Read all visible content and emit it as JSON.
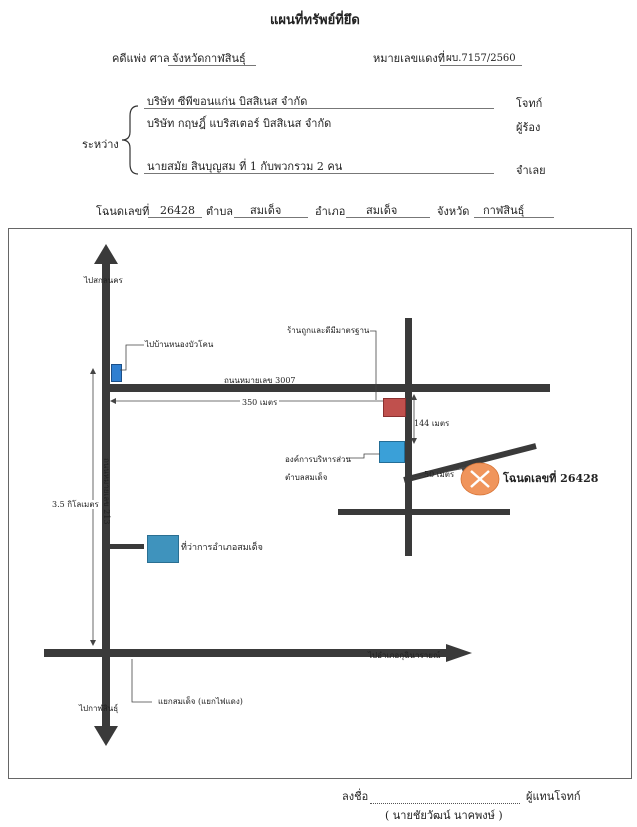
{
  "header": {
    "title": "แผนที่ทรัพย์ที่ยึด",
    "case_label": "คดีแพ่ง ศาล",
    "court": "จังหวัดกาฬสินธุ์",
    "case_no_label": "หมายเลขแดงที่",
    "case_no": "ผบ.7157/2560"
  },
  "parties": {
    "between_label": "ระหว่าง",
    "plaintiff1": "บริษัท ซีพีขอนแก่น บิสสิเนส จำกัด",
    "plaintiff_role": "โจทก์",
    "petitioner": "บริษัท กฤษฎิ์ แบริสเตอร์ บิสสิเนส จำกัด",
    "petitioner_role": "ผู้ร้อง",
    "defendant": "นายสมัย สินบุญสม ที่ 1 กับพวกรวม 2 คน",
    "defendant_role": "จำเลย"
  },
  "deed": {
    "deed_label": "โฉนดเลขที่",
    "deed_no": "26428",
    "subdistrict_label": "ตำบล",
    "subdistrict": "สมเด็จ",
    "district_label": "อำเภอ",
    "district": "สมเด็จ",
    "province_label": "จังหวัด",
    "province": "กาฬสินธุ์"
  },
  "map": {
    "to_north": "ไปสกลนคร",
    "to_south": "ไปกาฬสินธุ์",
    "to_east": "ไปอำเภอกุฉินารายณ์",
    "ban_nong": "ไปบ้านหนองบัวโคน",
    "road_3007": "ถนนหมายเลข 3007",
    "dist_350": "350 เมตร",
    "road_213": "ถนนหมายเลข 213",
    "dist_35km": "3.5 กิโลเมตร",
    "district_office": "ที่ว่าการอำเภอสมเด็จ",
    "shop": "ร้านถูกและดีมีมาตรฐาน",
    "dist_144": "144 เมตร",
    "sao_line1": "องค์การบริหารส่วน",
    "sao_line2": "ตำบลสมเด็จ",
    "dist_50": "50 เมตร",
    "deed_marker": "โฉนดเลขที่ 26428",
    "junction": "แยกสมเด็จ (แยกไฟแดง)",
    "colors": {
      "road": "#3a3a3a",
      "shop": "#c0504d",
      "sao": "#3aa0d8",
      "office": "#3f93bd",
      "deed": "#f0955c",
      "blue_small": "#2f7fd0"
    }
  },
  "signature": {
    "sign_label": "ลงชื่อ",
    "role": "ผู้แทนโจทก์",
    "name": "( นายชัยวัฒน์  นาคพงษ์ )"
  }
}
